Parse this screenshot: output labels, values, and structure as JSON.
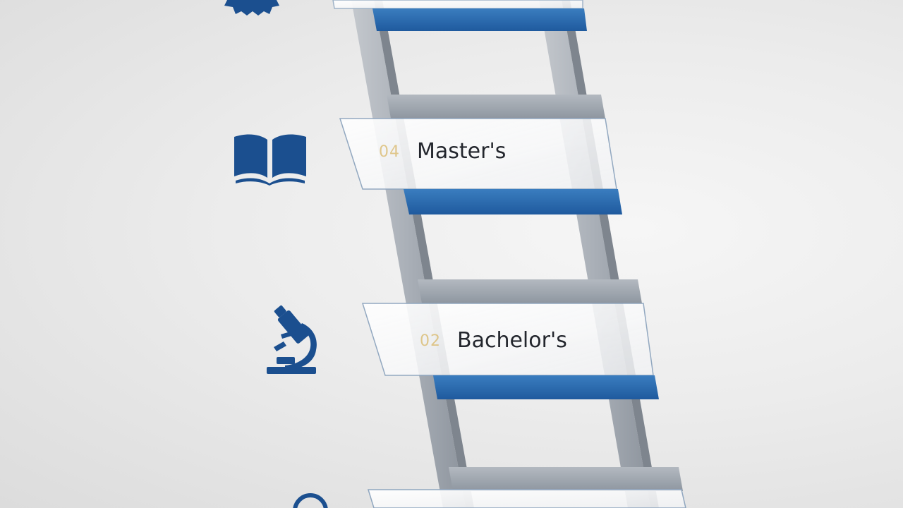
{
  "steps": [
    {
      "number": "",
      "title": "",
      "icon": "gear-icon"
    },
    {
      "number": "04",
      "title": "Master's",
      "icon": "open-book-icon"
    },
    {
      "number": "02",
      "title": "Bachelor's",
      "icon": "microscope-icon"
    },
    {
      "number": "",
      "title": "",
      "icon": "magnifier-icon"
    }
  ],
  "colors": {
    "accent": "#2f6fb0",
    "accent_dark": "#1f5a9e",
    "icon": "#1b4f8f",
    "rail": "#a7adb5",
    "rung": "#9aa3ad",
    "number": "#d9b868"
  }
}
